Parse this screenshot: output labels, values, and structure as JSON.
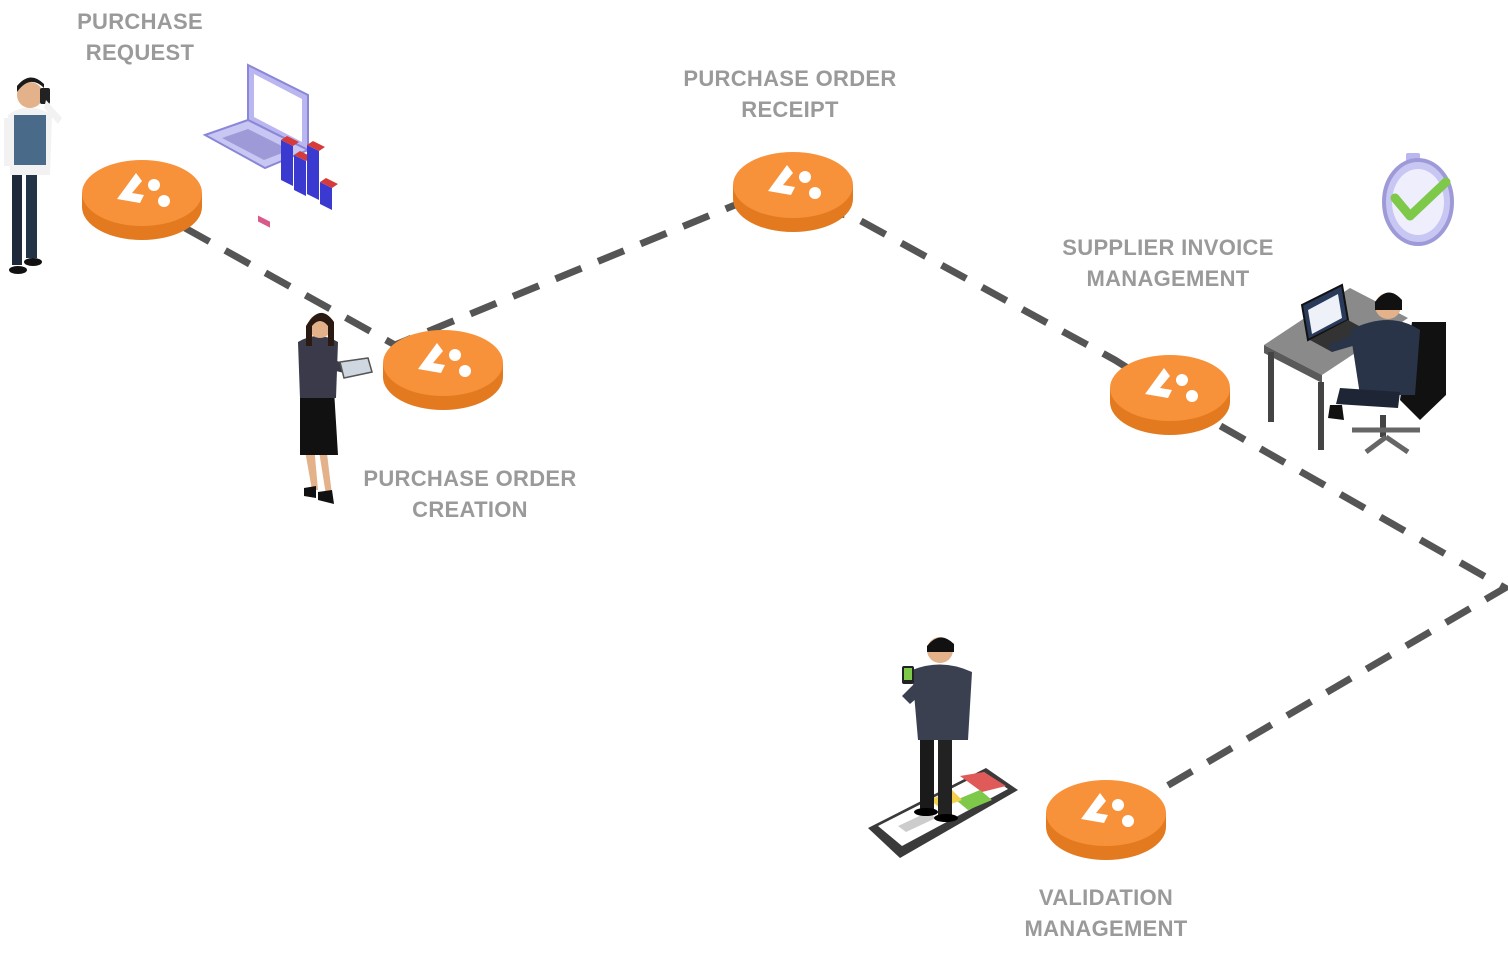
{
  "diagram": {
    "steps": [
      {
        "id": "purchase-request",
        "lines": [
          "PURCHASE",
          "REQUEST"
        ]
      },
      {
        "id": "purchase-order-creation",
        "lines": [
          "PURCHASE ORDER",
          "CREATION"
        ]
      },
      {
        "id": "purchase-order-receipt",
        "lines": [
          "PURCHASE ORDER",
          "RECEIPT"
        ]
      },
      {
        "id": "supplier-invoice-management",
        "lines": [
          "SUPPLIER INVOICE",
          "MANAGEMENT"
        ]
      },
      {
        "id": "validation-management",
        "lines": [
          "VALIDATION",
          "MANAGEMENT"
        ]
      }
    ],
    "colors": {
      "node_top": "#f7923a",
      "node_side": "#e37a1f",
      "path": "#555555",
      "label": "#9a9a9a"
    },
    "icons": {
      "node": "workflow-logo-icon",
      "illustrations": [
        "man-on-phone-icon",
        "laptop-chart-icon",
        "woman-with-tablet-icon",
        "stopwatch-check-icon",
        "man-at-desk-icon",
        "man-on-smartphone-icon"
      ]
    }
  }
}
